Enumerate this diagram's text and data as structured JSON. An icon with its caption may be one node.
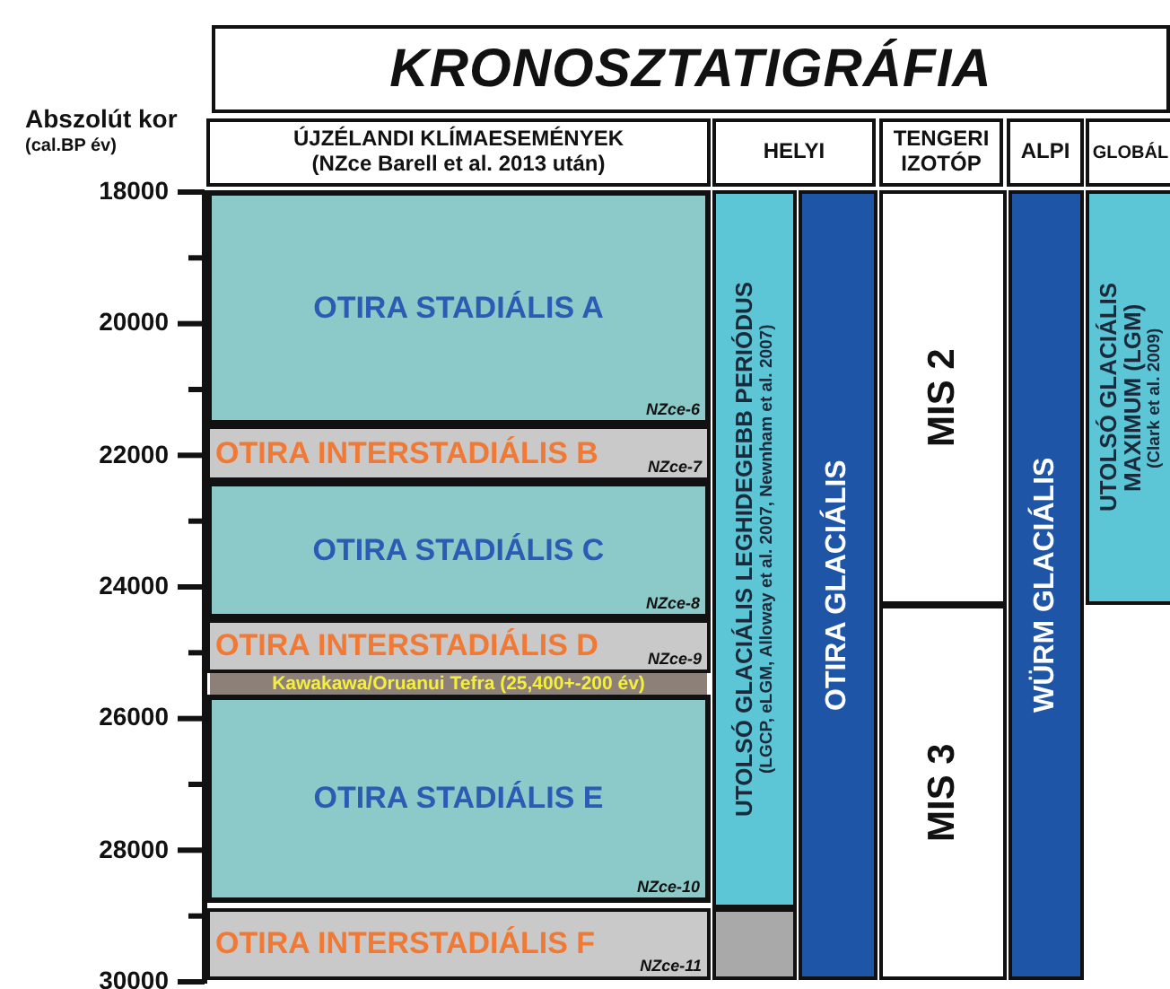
{
  "diagram": {
    "nodes": [
      {
        "text": [
          "KRONOSZTATIGRÁFIA"
        ]
      },
      {
        "text": [
          "ÚJZÉLANDI KLÍMAESEMÉNYEK",
          "(NZce Barell et al. 2013 után)"
        ]
      },
      {
        "text": [
          "HELYI"
        ]
      },
      {
        "text": [
          "TENGERI IZOTÓP"
        ]
      },
      {
        "text": [
          "ALPI"
        ]
      },
      {
        "text": [
          "GLOBÁL"
        ]
      },
      {
        "text": [
          "OTIRA STADIÁLIS A",
          "NZce-6"
        ]
      },
      {
        "text": [
          "OTIRA INTERSTADIÁLIS B",
          "NZce-7"
        ]
      },
      {
        "text": [
          "OTIRA STADIÁLIS C",
          "NZce-8"
        ]
      },
      {
        "text": [
          "OTIRA INTERSTADIÁLIS D",
          "NZce-9"
        ]
      },
      {
        "text": [
          "Kawakawa/Oruanui Tefra (25,400+-200 év)"
        ]
      },
      {
        "text": [
          "OTIRA STADIÁLIS E",
          "NZce-10"
        ]
      },
      {
        "text": [
          "OTIRA INTERSTADIÁLIS F",
          "NZce-11"
        ]
      },
      {
        "text": [
          "UTOLSÓ GLACIÁLIS LEGHIDEGEBB PERIÓDUS",
          "(LGCP, eLGM, Alloway et al. 2007, Newnham et al. 2007)"
        ]
      },
      {
        "text": [],
        "shape": "box"
      },
      {
        "text": [
          "OTIRA GLACIÁLIS"
        ]
      },
      {
        "text": [
          "MIS 2"
        ]
      },
      {
        "text": [
          "MIS 3"
        ]
      },
      {
        "text": [
          "WÜRM GLACIÁLIS"
        ]
      },
      {
        "text": [
          "UTOLSÓ GLACIÁLIS MAXIMUM (LGM)",
          "(Clark et al. 2009)"
        ]
      }
    ],
    "labels": [
      "Abszolút kor",
      "(cal.BP év)",
      "18000",
      "20000",
      "22000",
      "24000",
      "26000",
      "28000",
      "30000"
    ]
  }
}
